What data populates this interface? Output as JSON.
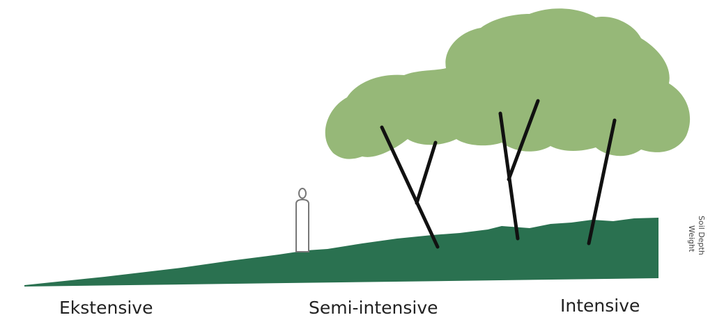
{
  "labels": {
    "extensive": "Ekstensive",
    "semi_intensive": "Semi-intensive",
    "intensive": "Intensive"
  },
  "axis": {
    "soil_depth": "Soil Depth",
    "weight": "Weight"
  },
  "colors": {
    "canopy": "#96b878",
    "ground": "#2a7150",
    "trunk": "#111111",
    "person_outline": "#777777"
  }
}
